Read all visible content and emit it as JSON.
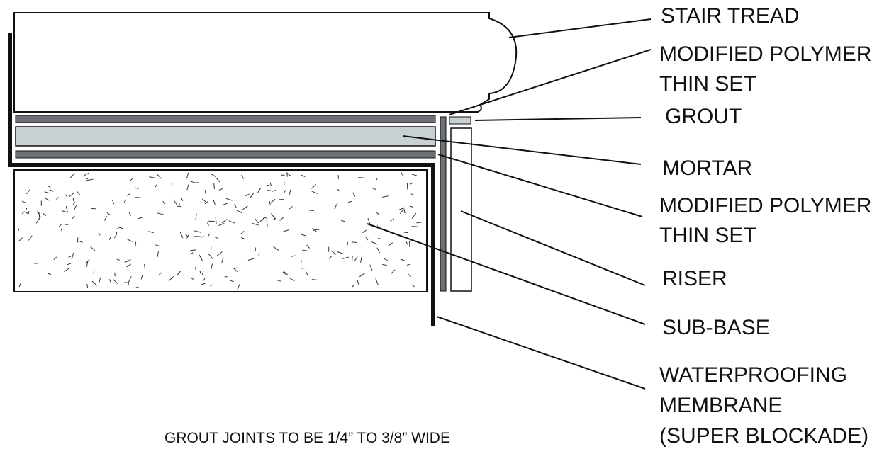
{
  "labels": {
    "stair_tread": "STAIR TREAD",
    "thinset_top_l1": "MODIFIED POLYMER",
    "thinset_top_l2": "THIN SET",
    "grout": "GROUT",
    "mortar": "MORTAR",
    "thinset_bottom_l1": "MODIFIED POLYMER",
    "thinset_bottom_l2": "THIN SET",
    "riser": "RISER",
    "sub_base": "SUB-BASE",
    "membrane_l1": "WATERPROOFING",
    "membrane_l2": "MEMBRANE",
    "membrane_l3": "(SUPER BLOCKADE)"
  },
  "note": "GROUT JOINTS TO BE 1/4” TO 3/8”  WIDE",
  "colors": {
    "line": "#111111",
    "thinset": "#6d7175",
    "mortar": "#c9d0d4",
    "grout": "#c9d0d4",
    "tread": "#ffffff",
    "sub_base_fill": "#ffffff"
  }
}
